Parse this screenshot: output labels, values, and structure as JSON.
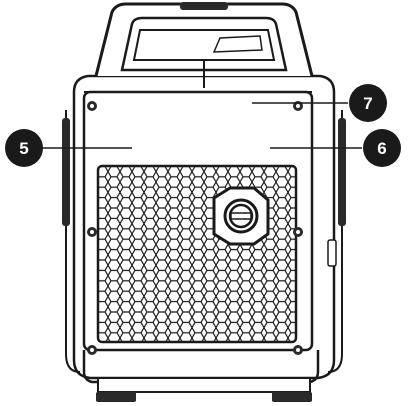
{
  "figure": {
    "subject": "generator-front-view",
    "colors": {
      "line": "#1a1a1a",
      "fill_light": "#ffffff",
      "fill_mid": "#d9d9d9",
      "fill_dark": "#2a2a2a",
      "callout_bg": "#1a1a1a",
      "callout_text": "#ffffff"
    },
    "callouts": [
      {
        "id": "5",
        "label": "5"
      },
      {
        "id": "6",
        "label": "6"
      },
      {
        "id": "7",
        "label": "7"
      }
    ]
  }
}
